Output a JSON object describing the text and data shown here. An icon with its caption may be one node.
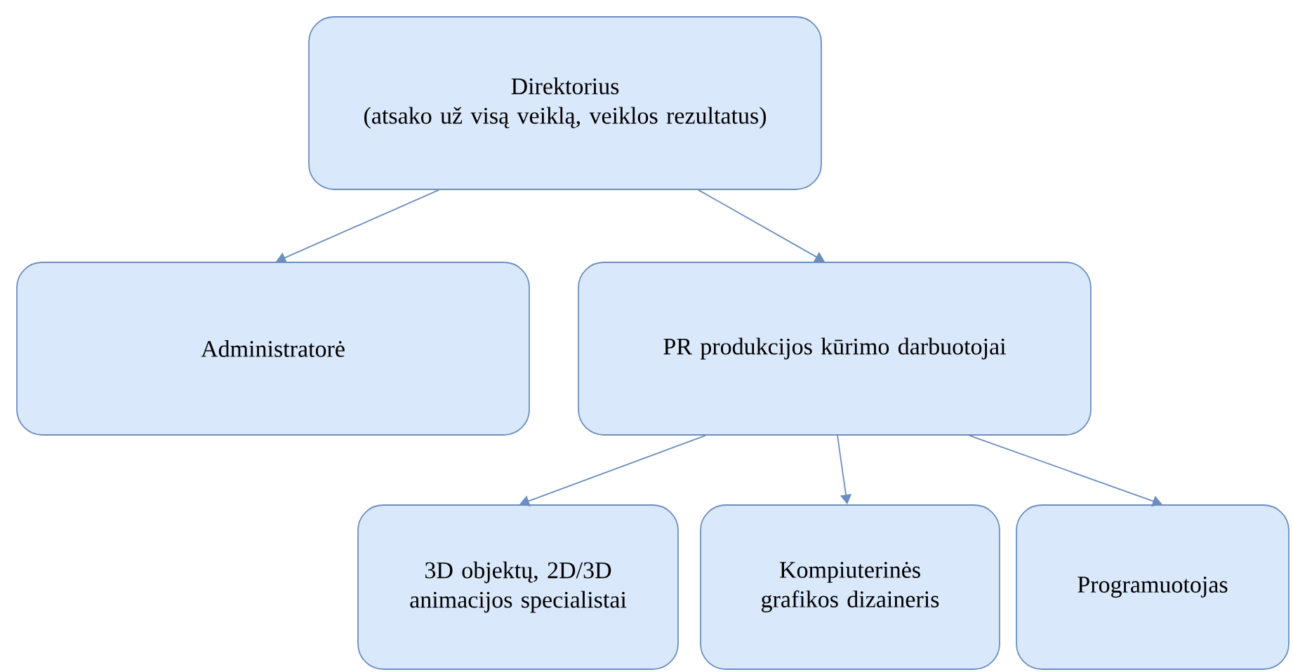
{
  "diagram": {
    "nodes": [
      {
        "text": [
          "Direktorius",
          "(atsako už visą veiklą, veiklos rezultatus)"
        ]
      },
      {
        "text": [
          "Administratorė"
        ]
      },
      {
        "text": [
          "PR produkcijos kūrimo darbuotojai"
        ]
      },
      {
        "text": [
          "3D objektų, 2D/3D animacijos specialistai"
        ]
      },
      {
        "text": [
          "Kompiuterinės grafikos dizaineris"
        ]
      },
      {
        "text": [
          "Programuotojas"
        ]
      }
    ],
    "edges": [
      {
        "from": 0,
        "to": 1,
        "arrow": "to"
      },
      {
        "from": 0,
        "to": 2,
        "arrow": "to"
      },
      {
        "from": 2,
        "to": 3,
        "arrow": "to"
      },
      {
        "from": 2,
        "to": 4,
        "arrow": "to"
      },
      {
        "from": 2,
        "to": 5,
        "arrow": "to"
      }
    ]
  }
}
